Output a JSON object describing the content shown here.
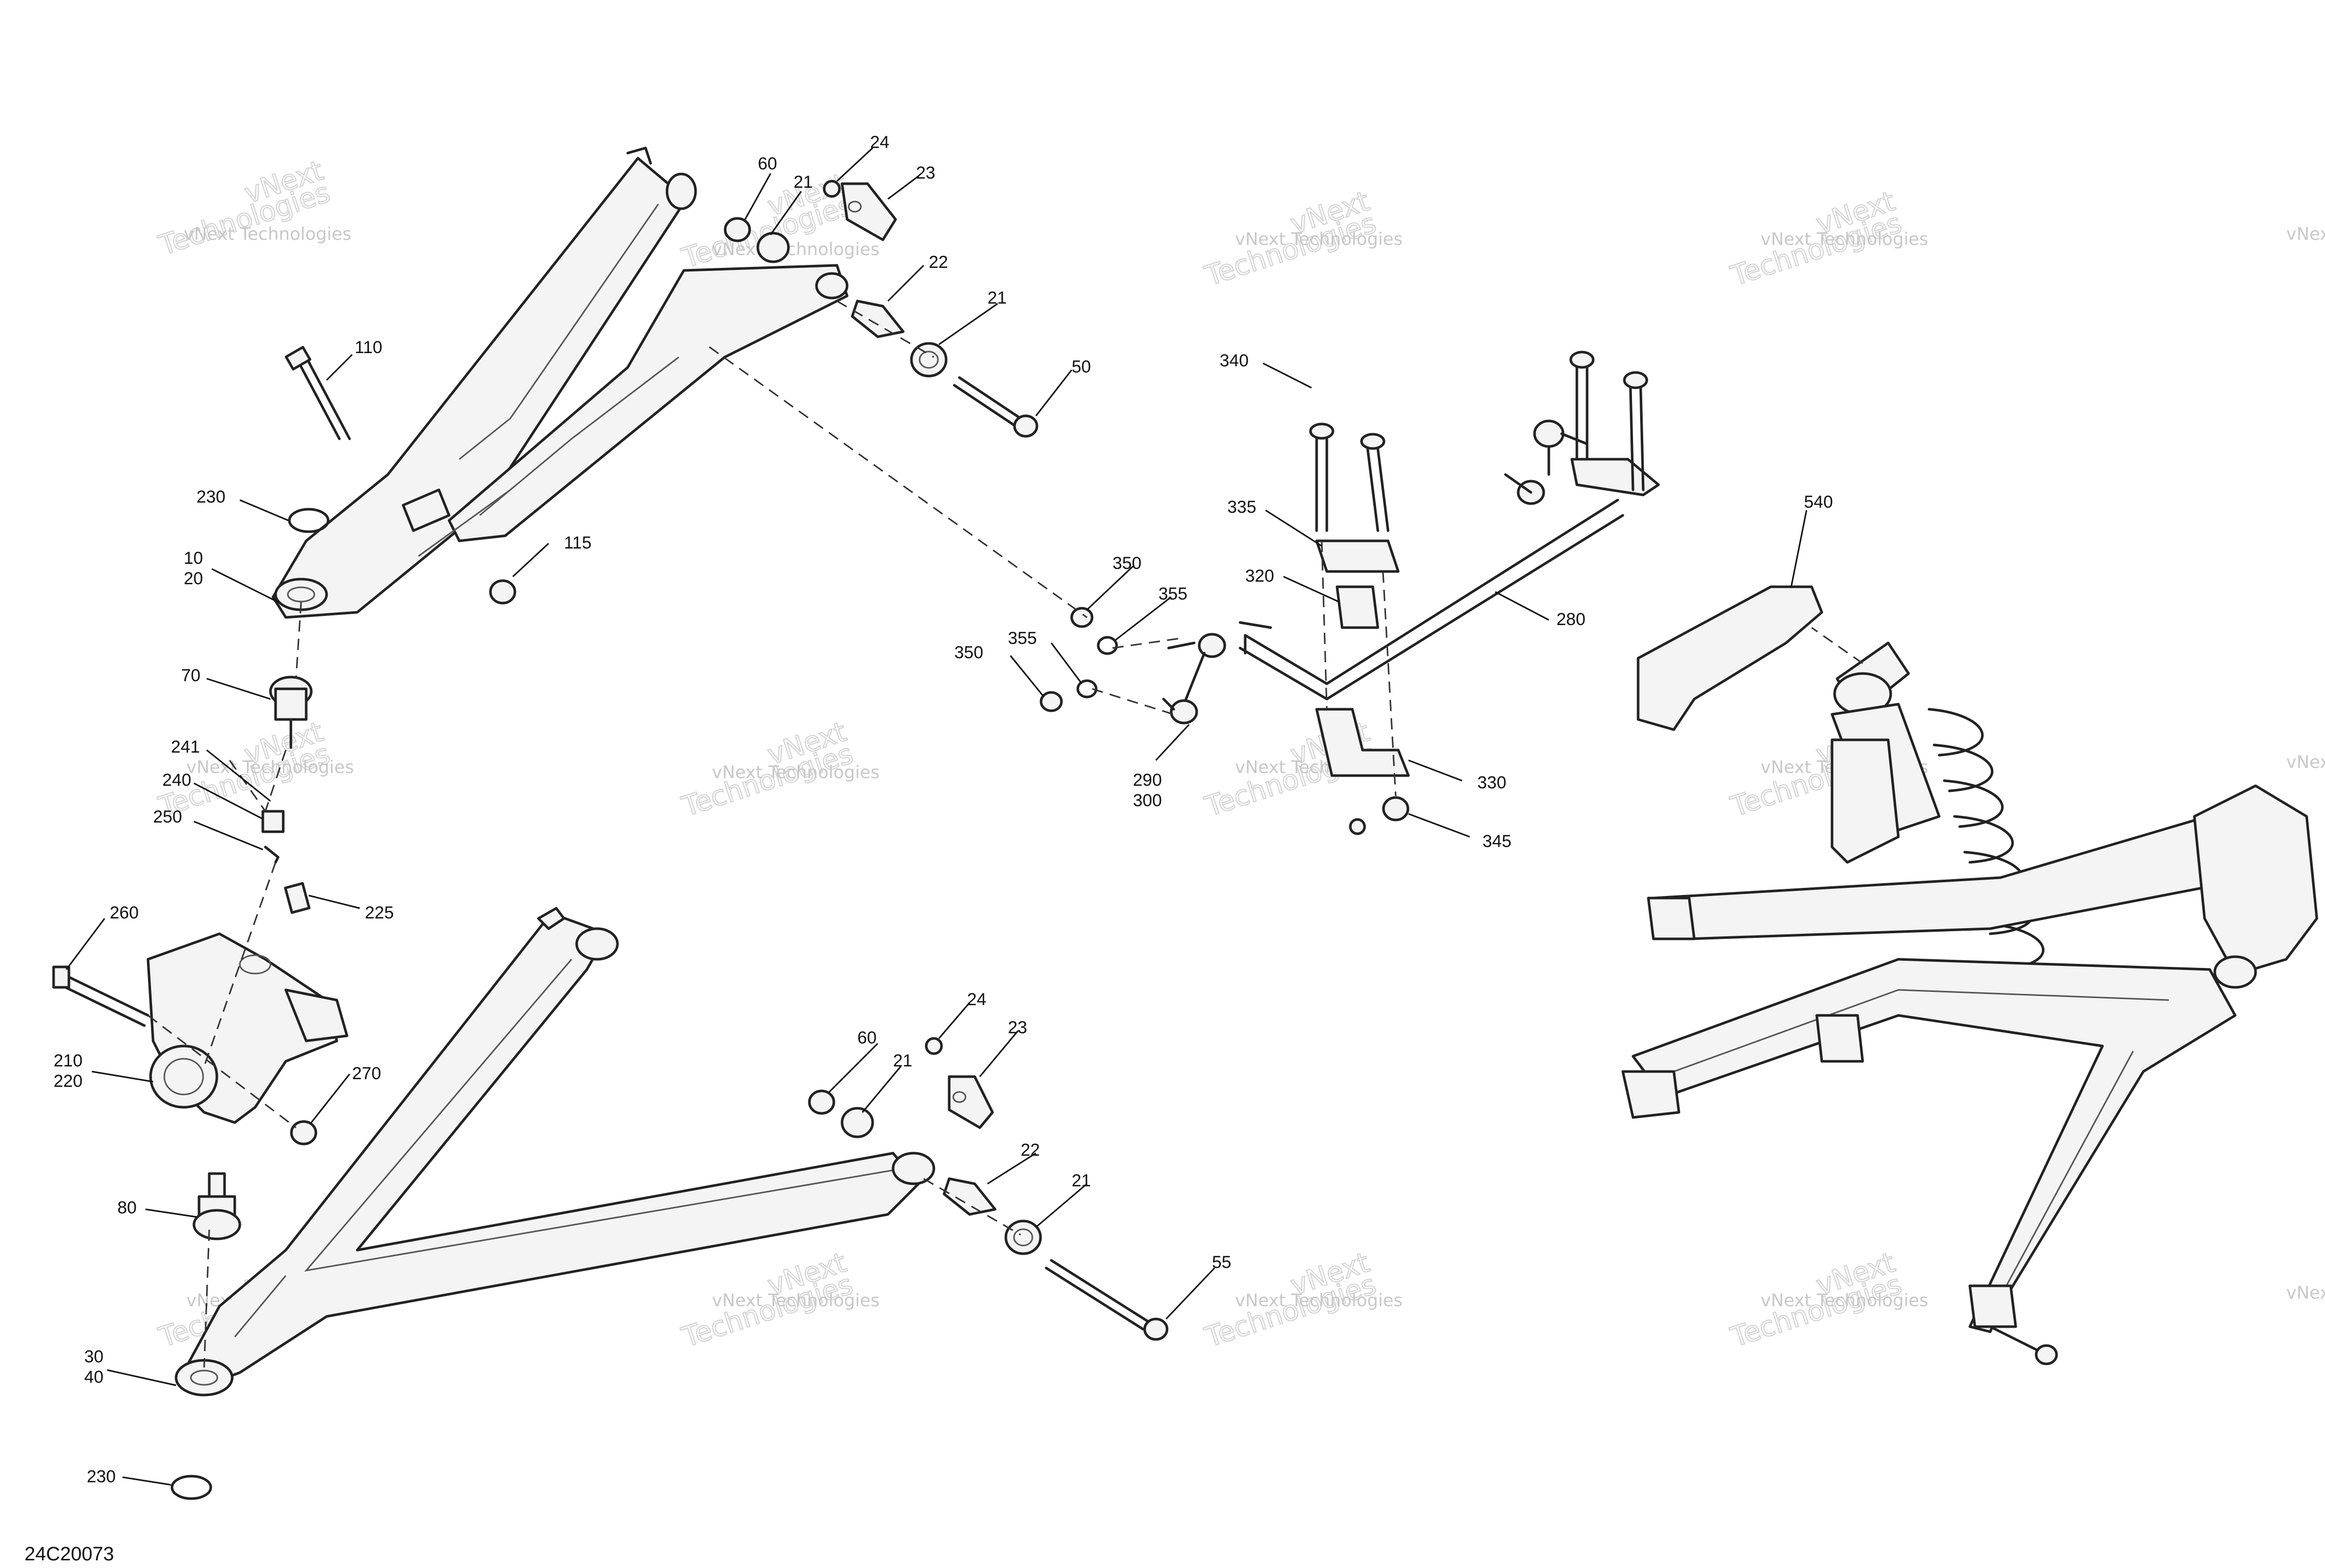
{
  "figure_id": "24C20073",
  "watermark": {
    "line1": "vNext Technologies",
    "line2": "Technologies",
    "prefix": "vNext"
  },
  "callouts": {
    "c110": "110",
    "c230a": "230",
    "c10": "10",
    "c20": "20",
    "c115": "115",
    "c70": "70",
    "c241": "241",
    "c240": "240",
    "c250": "250",
    "c225": "225",
    "c260": "260",
    "c210": "210",
    "c220": "220",
    "c270": "270",
    "c80": "80",
    "c30": "30",
    "c40": "40",
    "c230b": "230",
    "c60a": "60",
    "c21a": "21",
    "c24a": "24",
    "c23a": "23",
    "c22a": "22",
    "c21b": "21",
    "c50": "50",
    "c60b": "60",
    "c21c": "21",
    "c24b": "24",
    "c23b": "23",
    "c22b": "22",
    "c21d": "21",
    "c55": "55",
    "c340": "340",
    "c335": "335",
    "c320": "320",
    "c280": "280",
    "c350a": "350",
    "c355a": "355",
    "c350b": "350",
    "c355b": "355",
    "c290": "290",
    "c300": "300",
    "c330": "330",
    "c345": "345",
    "c540": "540"
  }
}
